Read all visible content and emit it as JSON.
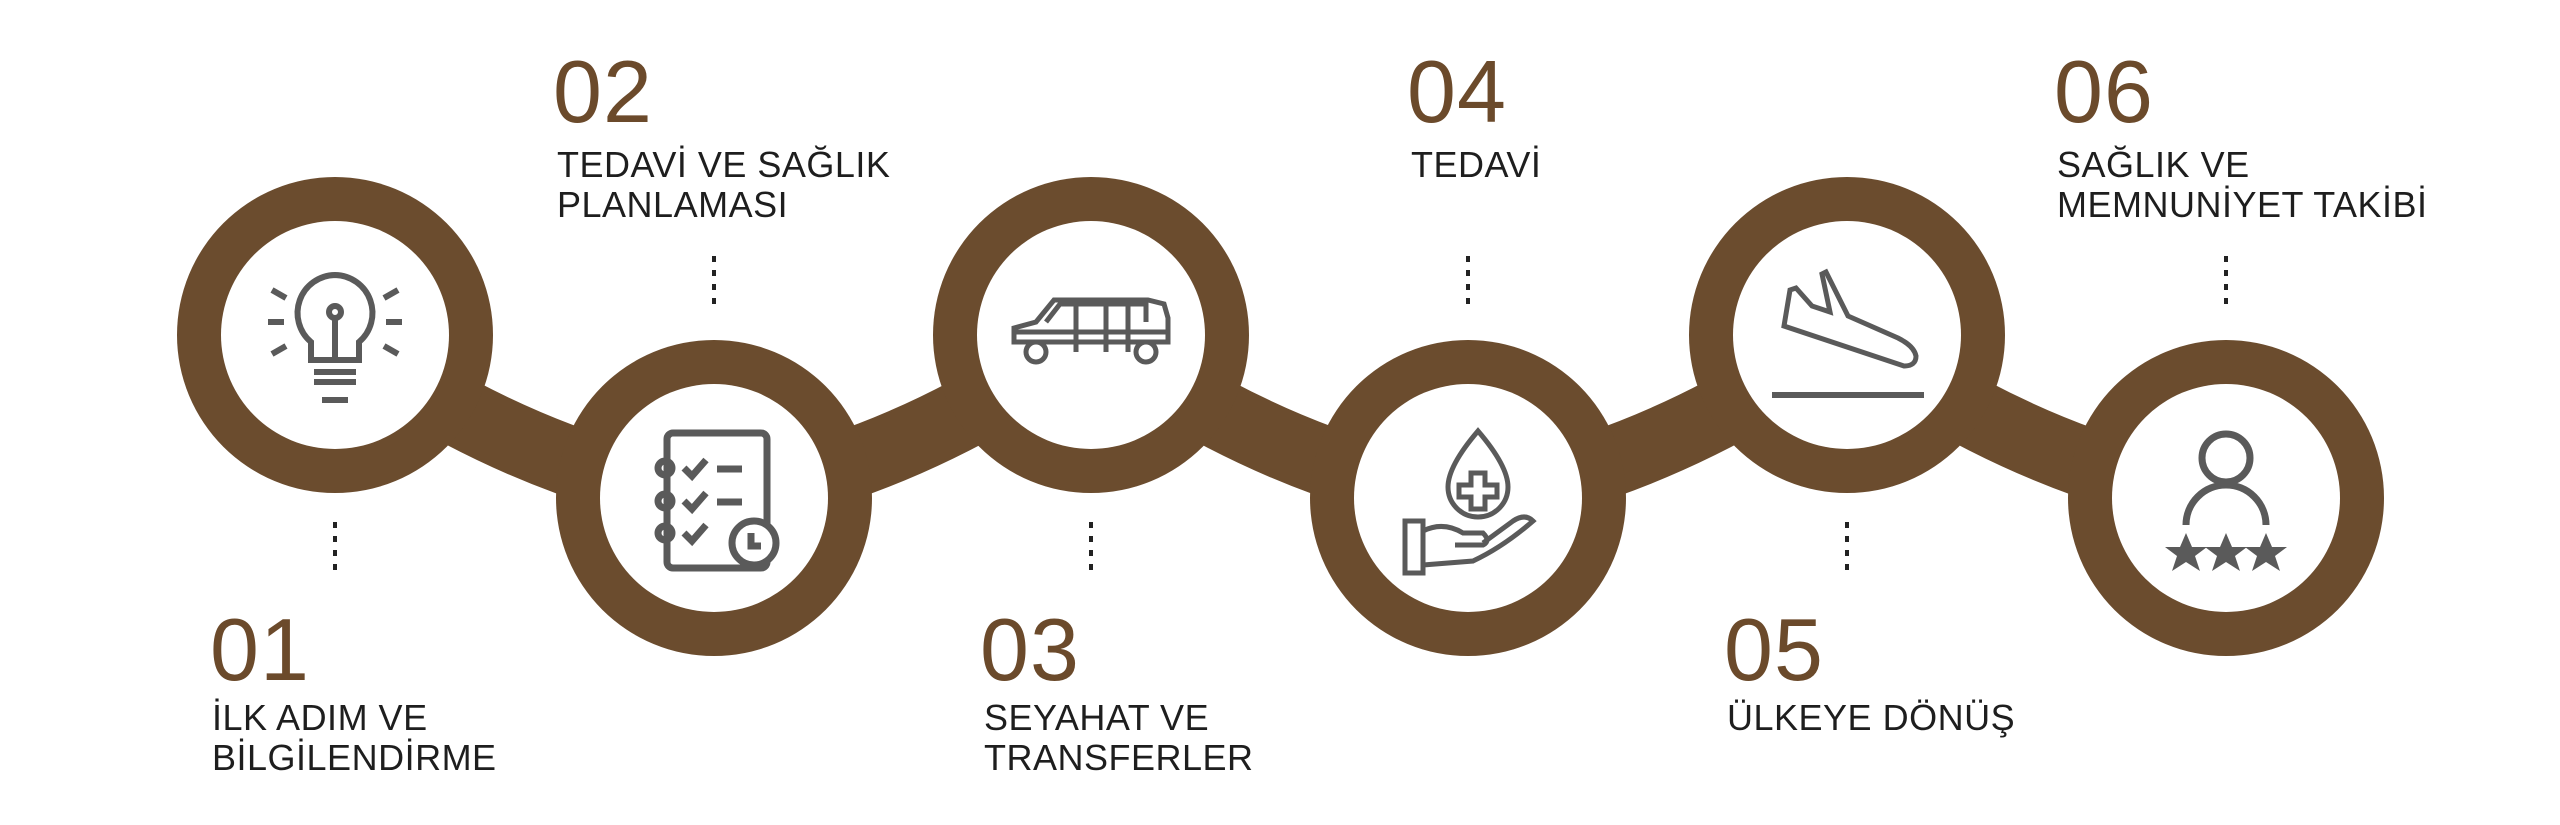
{
  "colors": {
    "brand": "#6b4c2e",
    "number": "#6b4a2b",
    "icon": "#5a5a5a",
    "text": "#1e1e1e"
  },
  "steps": [
    {
      "number": "01",
      "lines": [
        "İLK ADIM VE",
        "BİLGİLENDİRME"
      ],
      "icon": "lightbulb-icon"
    },
    {
      "number": "02",
      "lines": [
        "TEDAVİ VE SAĞLIK",
        "PLANLAMASI"
      ],
      "icon": "checklist-clock-icon"
    },
    {
      "number": "03",
      "lines": [
        "SEYAHAT VE",
        "TRANSFERLER"
      ],
      "icon": "limousine-icon"
    },
    {
      "number": "04",
      "lines": [
        "TEDAVİ"
      ],
      "icon": "hand-blood-drop-cross-icon"
    },
    {
      "number": "05",
      "lines": [
        "ÜLKEYE DÖNÜŞ"
      ],
      "icon": "plane-landing-icon"
    },
    {
      "number": "06",
      "lines": [
        "SAĞLIK VE",
        "MEMNUNİYET TAKİBİ"
      ],
      "icon": "user-rating-stars-icon"
    }
  ]
}
